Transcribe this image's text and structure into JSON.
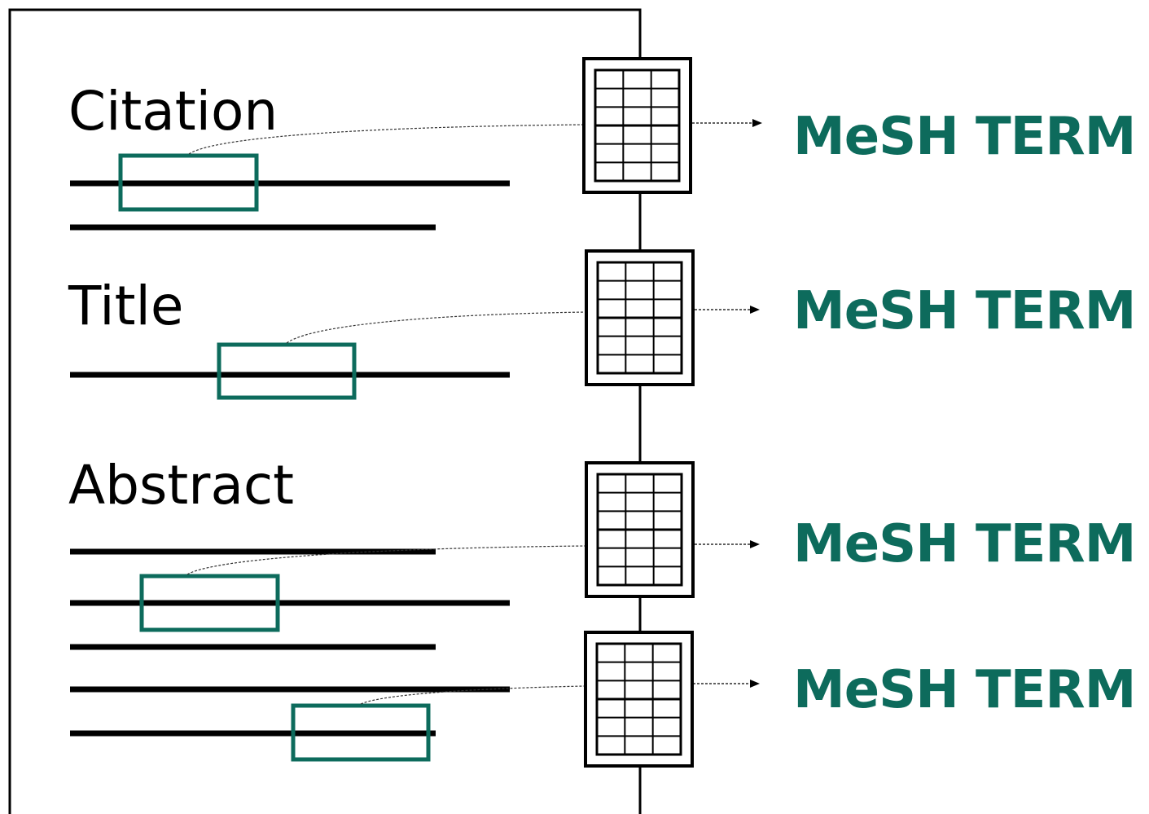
{
  "sections": {
    "citation": "Citation",
    "title": "Title",
    "abstract": "Abstract"
  },
  "mesh_terms": [
    "MeSH TERM",
    "MeSH TERM",
    "MeSH TERM",
    "MeSH TERM"
  ],
  "colors": {
    "accent": "#0d6b5c",
    "line": "#000000",
    "background": "#ffffff"
  },
  "icons": [
    "document-table-icon",
    "arrow-right-icon"
  ]
}
